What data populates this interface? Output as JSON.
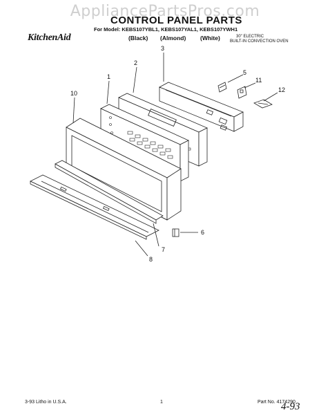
{
  "watermark": "AppliancePartsPros.com",
  "header": {
    "title": "CONTROL PANEL PARTS",
    "models": "For Model: KEBS107YBL1, KEBS107YAL1, KEBS107YWH1",
    "brand": "KitchenAid",
    "colors": [
      "(Black)",
      "(Almond)",
      "(White)"
    ],
    "oven_line1": "30\" ELECTRIC",
    "oven_line2": "BUILT-IN CONVECTION OVEN"
  },
  "callouts": [
    "1",
    "2",
    "3",
    "5",
    "6",
    "7",
    "8",
    "10",
    "11",
    "12"
  ],
  "footer": {
    "left": "3-93 Litho in U.S.A.",
    "page": "1",
    "part_no": "Part No. 4174290",
    "handwritten": "4-93"
  }
}
